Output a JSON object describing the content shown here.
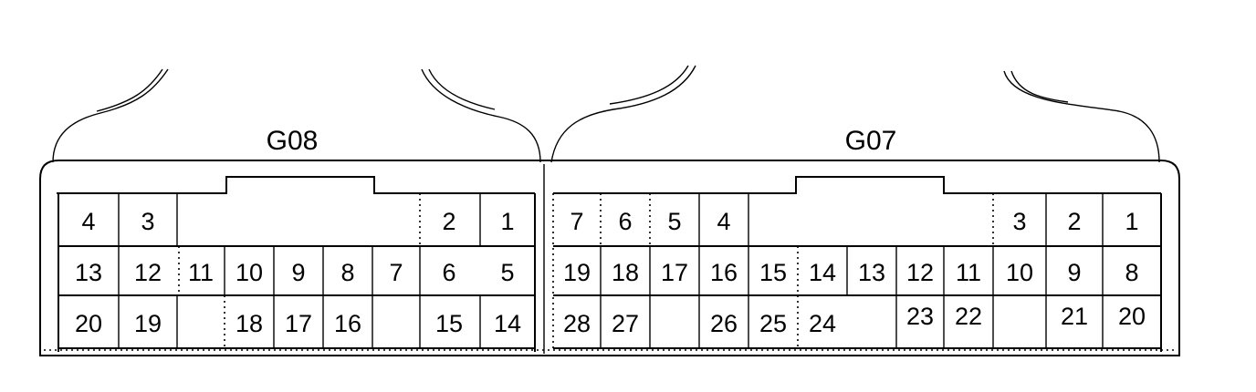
{
  "connectors": [
    {
      "id": "g08",
      "label": "G08",
      "rows": [
        [
          "4",
          "3",
          "2",
          "1"
        ],
        [
          "13",
          "12",
          "11",
          "10",
          "9",
          "8",
          "7",
          "6",
          "5"
        ],
        [
          "20",
          "19",
          "18",
          "17",
          "16",
          "15",
          "14"
        ]
      ]
    },
    {
      "id": "g07",
      "label": "G07",
      "rows": [
        [
          "7",
          "6",
          "5",
          "4",
          "3",
          "2",
          "1"
        ],
        [
          "19",
          "18",
          "17",
          "16",
          "15",
          "14",
          "13",
          "12",
          "11",
          "10",
          "9",
          "8"
        ],
        [
          "28",
          "27",
          "26",
          "25",
          "24",
          "23",
          "22",
          "21",
          "20"
        ]
      ]
    }
  ]
}
